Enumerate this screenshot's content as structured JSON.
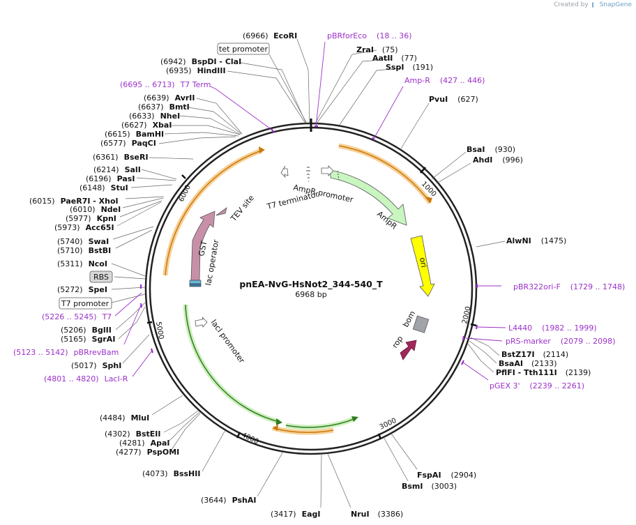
{
  "credit": {
    "prefix": "Created by",
    "brand": "SnapGene"
  },
  "plasmid": {
    "name": "pnEA-NvG-HsNot2_344-540_T",
    "length_text": "6968 bp",
    "length": 6968
  },
  "ticks": [
    "1000",
    "2000",
    "3000",
    "4000",
    "5000",
    "6000"
  ],
  "enzymes": [
    {
      "pos": "(6966)",
      "name": "EcoRI"
    },
    {
      "pos": "(75)",
      "name": "ZraI"
    },
    {
      "pos": "(77)",
      "name": "AatII"
    },
    {
      "pos": "(191)",
      "name": "SspI"
    },
    {
      "pos": "(627)",
      "name": "PvuI"
    },
    {
      "pos": "(930)",
      "name": "BsaI"
    },
    {
      "pos": "(996)",
      "name": "AhdI"
    },
    {
      "pos": "(1475)",
      "name": "AlwNI"
    },
    {
      "pos": "(2114)",
      "name": "BstZ17I"
    },
    {
      "pos": "(2133)",
      "name": "BsaAI"
    },
    {
      "pos": "(2139)",
      "name": "PflFI - Tth111I"
    },
    {
      "pos": "(2904)",
      "name": "FspAI"
    },
    {
      "pos": "(3003)",
      "name": "BsmI"
    },
    {
      "pos": "(3386)",
      "name": "NruI"
    },
    {
      "pos": "(3417)",
      "name": "EagI"
    },
    {
      "pos": "(3644)",
      "name": "PshAI"
    },
    {
      "pos": "(4073)",
      "name": "BssHII"
    },
    {
      "pos": "(4277)",
      "name": "PspOMI"
    },
    {
      "pos": "(4281)",
      "name": "ApaI"
    },
    {
      "pos": "(4302)",
      "name": "BstEII"
    },
    {
      "pos": "(4484)",
      "name": "MluI"
    },
    {
      "pos": "(5017)",
      "name": "SphI"
    },
    {
      "pos": "(5165)",
      "name": "SgrAI"
    },
    {
      "pos": "(5206)",
      "name": "BglII"
    },
    {
      "pos": "(5272)",
      "name": "SpeI"
    },
    {
      "pos": "(5311)",
      "name": "NcoI"
    },
    {
      "pos": "(5710)",
      "name": "BstBI"
    },
    {
      "pos": "(5740)",
      "name": "SwaI"
    },
    {
      "pos": "(5973)",
      "name": "Acc65I"
    },
    {
      "pos": "(5977)",
      "name": "KpnI"
    },
    {
      "pos": "(6010)",
      "name": "NdeI"
    },
    {
      "pos": "(6015)",
      "name": "PaeR7I - XhoI"
    },
    {
      "pos": "(6148)",
      "name": "StuI"
    },
    {
      "pos": "(6196)",
      "name": "PasI"
    },
    {
      "pos": "(6214)",
      "name": "SalI"
    },
    {
      "pos": "(6361)",
      "name": "BseRI"
    },
    {
      "pos": "(6577)",
      "name": "PaqCI"
    },
    {
      "pos": "(6615)",
      "name": "BamHI"
    },
    {
      "pos": "(6627)",
      "name": "XbaI"
    },
    {
      "pos": "(6633)",
      "name": "NheI"
    },
    {
      "pos": "(6637)",
      "name": "BmtI"
    },
    {
      "pos": "(6639)",
      "name": "AvrII"
    },
    {
      "pos": "(6935)",
      "name": "HindIII"
    },
    {
      "pos": "(6942)",
      "name": "BspDI - ClaI"
    }
  ],
  "primers": [
    {
      "name": "pBRforEco",
      "range": "(18 .. 36)"
    },
    {
      "name": "Amp-R",
      "range": "(427 .. 446)"
    },
    {
      "name": "pBR322ori-F",
      "range": "(1729 .. 1748)"
    },
    {
      "name": "L4440",
      "range": "(1982 .. 1999)"
    },
    {
      "name": "pRS-marker",
      "range": "(2079 .. 2098)"
    },
    {
      "name": "pGEX 3'",
      "range": "(2239 .. 2261)"
    },
    {
      "name": "LacI-R",
      "range": "(4801 .. 4820)"
    },
    {
      "name": "pBRrevBam",
      "range": "(5123 .. 5142)"
    },
    {
      "name": "T7",
      "range": "(5226 .. 5245)"
    },
    {
      "name": "T7 Term",
      "range": "(6695 .. 6713)"
    }
  ],
  "boxed_features": [
    "tet promoter",
    "RBS",
    "T7 promoter"
  ],
  "features": [
    "AmpR promoter",
    "AmpR",
    "ori",
    "bom",
    "rop",
    "lacI promoter",
    "lac operator",
    "GST",
    "TEV site",
    "T7 terminator"
  ],
  "colors": {
    "primer": "#9b30c8",
    "orange_arc": "#f0a030",
    "green_arc": "#3a9a2a",
    "ampr": "#c8f5c0",
    "ori": "#ffff00",
    "rop": "#a0285a",
    "gst": "#c890a8",
    "bom": "#a0a4a8"
  }
}
